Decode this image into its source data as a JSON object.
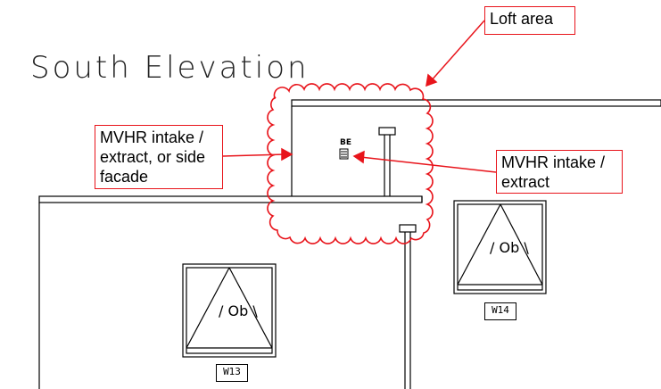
{
  "title": "South Elevation",
  "callouts": {
    "loft": "Loft area",
    "left": [
      "MVHR intake /",
      "extract, or side",
      "facade"
    ],
    "right": [
      "MVHR intake /",
      "extract"
    ]
  },
  "windows": {
    "w13": {
      "tag": "W13",
      "label": "Ob"
    },
    "w14": {
      "tag": "W14",
      "label": "Ob"
    }
  },
  "vent_label": "BE",
  "colors": {
    "callout_red": "#e8141b",
    "line": "#000000"
  }
}
